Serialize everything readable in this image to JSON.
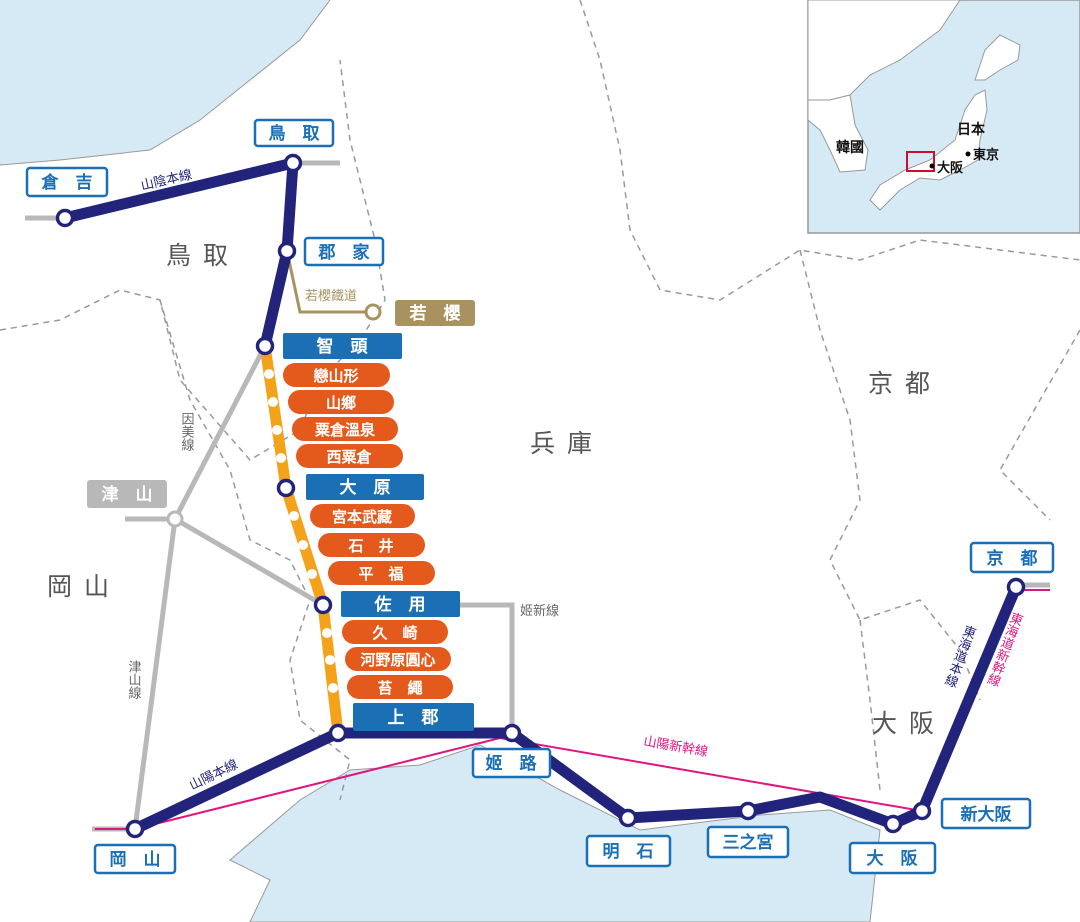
{
  "colors": {
    "jr_main": "#22237a",
    "chizu_express": "#f5a21b",
    "shinkansen": "#e0157f",
    "other_jr": "#b8b8b8",
    "wakasa": "#a89360",
    "station_blue": "#1a6fb5",
    "local_stop": "#e35a1c",
    "sea": "#d6eaf5"
  },
  "regions": {
    "tottori": "鳥取",
    "hyogo": "兵庫",
    "kyoto": "京都",
    "okayama": "岡山",
    "osaka": "大阪"
  },
  "lines": {
    "sanin": "山陰本線",
    "sanyo": "山陽本線",
    "sanyo_shinkansen": "山陽新幹線",
    "tokaido": "東海道本線",
    "tokaido_shinkansen": "東海道新幹線",
    "inbi": "因美線",
    "tsuyama": "津山線",
    "kishin": "姬新線",
    "wakasa": "若櫻鐵道"
  },
  "stations": {
    "kurayoshi": "倉　吉",
    "tottori": "鳥　取",
    "koge": "郡　家",
    "wakasa": "若　櫻",
    "chizu": "智　頭",
    "ohara": "大　原",
    "sayo": "佐　用",
    "kamigori": "上　郡",
    "tsuyama": "津　山",
    "okayama": "岡　山",
    "himeji": "姬　路",
    "akashi": "明　石",
    "sannomiya": "三之宮",
    "osaka": "大　阪",
    "shin_osaka": "新大阪",
    "kyoto": "京　都"
  },
  "local_stops": [
    "戀山形",
    "山鄉",
    "粟倉溫泉",
    "西粟倉",
    "宮本武藏",
    "石　井",
    "平　福",
    "久　崎",
    "河野原圓心",
    "苔　繩"
  ],
  "inset": {
    "korea": "韓國",
    "japan": "日本",
    "tokyo": "東京",
    "osaka": "大阪"
  }
}
